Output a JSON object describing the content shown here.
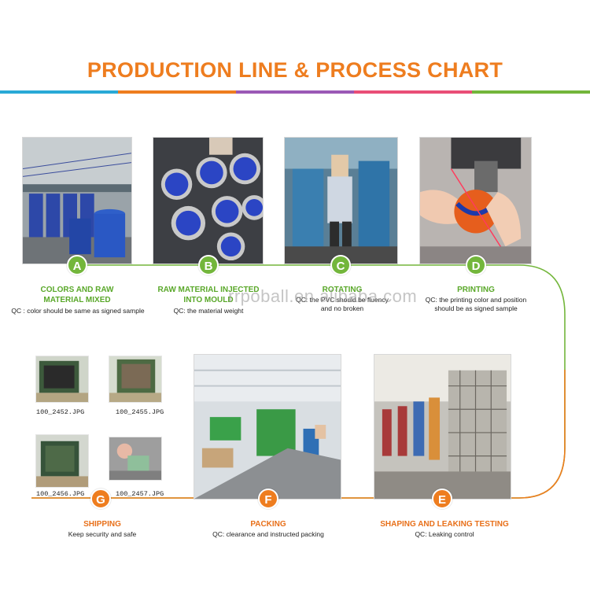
{
  "title": "PRODUCTION LINE & PROCESS CHART",
  "colors": {
    "title": "#ee7d1f",
    "green": "#73b63b",
    "orange": "#ee7d1f",
    "bar": [
      "#29a9d6",
      "#ee7d1f",
      "#9b59b6",
      "#e94e77",
      "#73b63b"
    ]
  },
  "watermark": "rrpoball.en.alibaba.com",
  "steps": {
    "A": {
      "letter": "A",
      "title": "COLORS AND RAW\nMATERIAL MIXED",
      "qc": "QC : color should be same as signed sample"
    },
    "B": {
      "letter": "B",
      "title": "RAW MATERIAL INJECTED\nINTO MOULD",
      "qc": "QC: the material weight"
    },
    "C": {
      "letter": "C",
      "title": "ROTATING",
      "qc": "QC: the PVC should be fluency\nand no broken"
    },
    "D": {
      "letter": "D",
      "title": "PRINTING",
      "qc": "QC: the printing color and position\nshould be as signed sample"
    },
    "E": {
      "letter": "E",
      "title": "SHAPING AND LEAKING TESTING",
      "qc": "QC: Leaking control"
    },
    "F": {
      "letter": "F",
      "title": "PACKING",
      "qc": "QC: clearance and instructed packing"
    },
    "G": {
      "letter": "G",
      "title": "SHIPPING",
      "qc": "Keep security and safe"
    }
  },
  "thumbnails": [
    "100_2452.JPG",
    "100_2455.JPG",
    "100_2456.JPG",
    "100_2457.JPG"
  ]
}
